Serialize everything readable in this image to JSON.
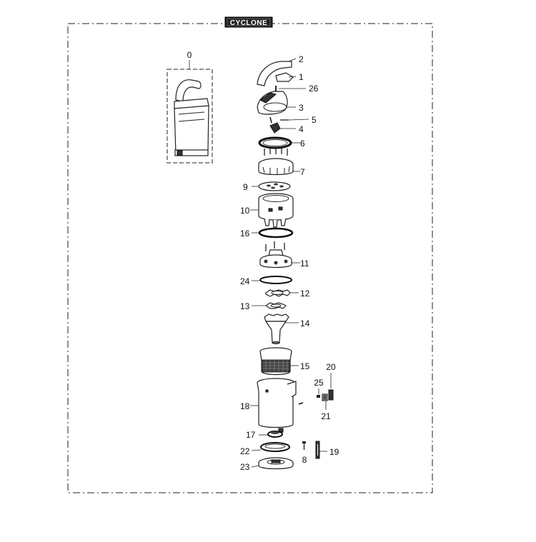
{
  "title": "CYCLONE",
  "parts": [
    {
      "id": "p0",
      "label": "0"
    },
    {
      "id": "p2",
      "label": "2"
    },
    {
      "id": "p1",
      "label": "1"
    },
    {
      "id": "p26",
      "label": "26"
    },
    {
      "id": "p3",
      "label": "3"
    },
    {
      "id": "p5",
      "label": "5"
    },
    {
      "id": "p4",
      "label": "4"
    },
    {
      "id": "p6",
      "label": "6"
    },
    {
      "id": "p7",
      "label": "7"
    },
    {
      "id": "p9",
      "label": "9"
    },
    {
      "id": "p10",
      "label": "10"
    },
    {
      "id": "p16",
      "label": "16"
    },
    {
      "id": "p11",
      "label": "11"
    },
    {
      "id": "p24",
      "label": "24"
    },
    {
      "id": "p12",
      "label": "12"
    },
    {
      "id": "p13",
      "label": "13"
    },
    {
      "id": "p14",
      "label": "14"
    },
    {
      "id": "p15",
      "label": "15"
    },
    {
      "id": "p20",
      "label": "20"
    },
    {
      "id": "p25",
      "label": "25"
    },
    {
      "id": "p21",
      "label": "21"
    },
    {
      "id": "p18",
      "label": "18"
    },
    {
      "id": "p17",
      "label": "17"
    },
    {
      "id": "p8",
      "label": "8"
    },
    {
      "id": "p19",
      "label": "19"
    },
    {
      "id": "p22",
      "label": "22"
    },
    {
      "id": "p23",
      "label": "23"
    }
  ]
}
